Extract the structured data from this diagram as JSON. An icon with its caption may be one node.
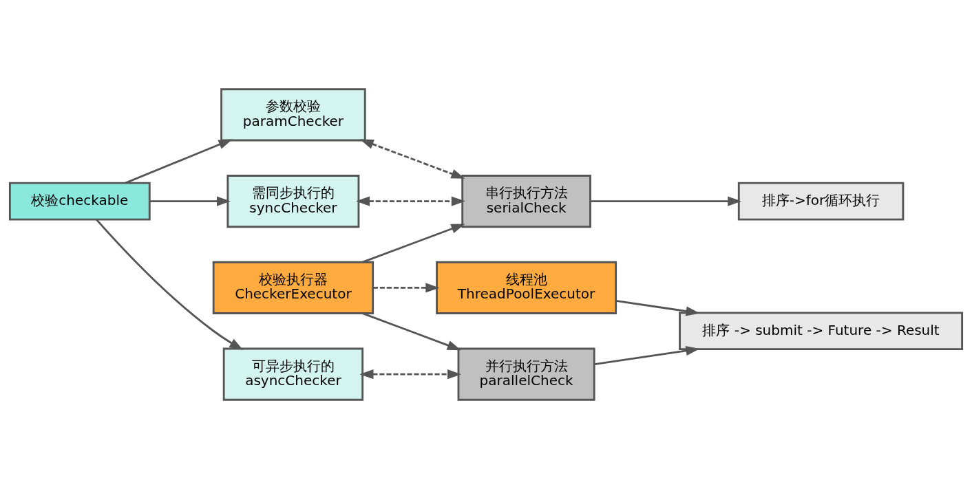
{
  "diagram": {
    "nodes": [
      {
        "text": [
          "校验checkable"
        ]
      },
      {
        "text": [
          "参数校验",
          "paramChecker"
        ]
      },
      {
        "text": [
          "需同步执行的",
          "syncChecker"
        ]
      },
      {
        "text": [
          "可异步执行的",
          "asyncChecker"
        ]
      },
      {
        "text": [
          "串行执行方法",
          "serialCheck"
        ]
      },
      {
        "text": [
          "排序->for循环执行"
        ]
      },
      {
        "text": [
          "校验执行器",
          "CheckerExecutor"
        ]
      },
      {
        "text": [
          "并行执行方法",
          "parallelCheck"
        ]
      },
      {
        "text": [
          "线程池",
          "ThreadPoolExecutor"
        ]
      },
      {
        "text": [
          "排序 -> submit -> Future -> Result"
        ]
      }
    ],
    "edges": [
      {
        "from": 0,
        "to": 1,
        "arrow": "to"
      },
      {
        "from": 0,
        "to": 2,
        "arrow": "to"
      },
      {
        "from": 0,
        "to": 3,
        "arrow": "to"
      },
      {
        "from": 1,
        "to": 4,
        "arrow": "both",
        "style": "dashed"
      },
      {
        "from": 2,
        "to": 4,
        "arrow": "both",
        "style": "dashed"
      },
      {
        "from": 3,
        "to": 7,
        "arrow": "both",
        "style": "dashed"
      },
      {
        "from": 4,
        "to": 5,
        "arrow": "to"
      },
      {
        "from": 6,
        "to": 4,
        "arrow": "to"
      },
      {
        "from": 6,
        "to": 7,
        "arrow": "to"
      },
      {
        "from": 6,
        "to": 8,
        "arrow": "to",
        "style": "dashed"
      },
      {
        "from": 7,
        "to": 9,
        "arrow": "to"
      },
      {
        "from": 8,
        "to": 9,
        "arrow": "to"
      }
    ]
  }
}
